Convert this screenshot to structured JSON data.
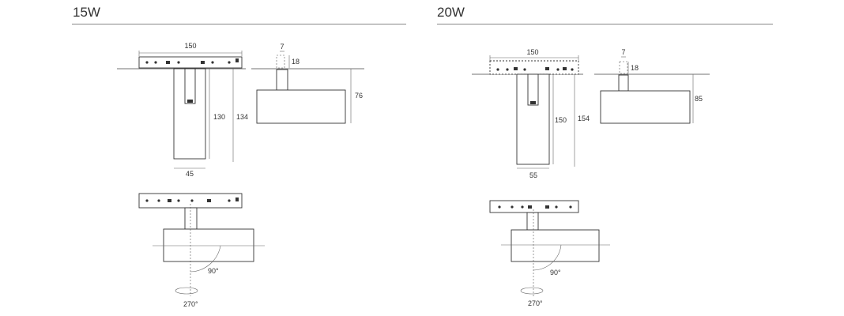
{
  "variants": [
    {
      "title": "15W",
      "dims": {
        "track_width": "150",
        "adapter_width": "7",
        "adapter_height": "18",
        "body_height": "130",
        "total_height": "134",
        "head_height": "76",
        "body_width": "45"
      },
      "rotation": {
        "tilt": "90°",
        "rotate": "270°"
      }
    },
    {
      "title": "20W",
      "dims": {
        "track_width": "150",
        "adapter_width": "7",
        "adapter_height": "18",
        "body_height": "150",
        "total_height": "154",
        "head_height": "85",
        "body_width": "55"
      },
      "rotation": {
        "tilt": "90°",
        "rotate": "270°"
      }
    }
  ]
}
